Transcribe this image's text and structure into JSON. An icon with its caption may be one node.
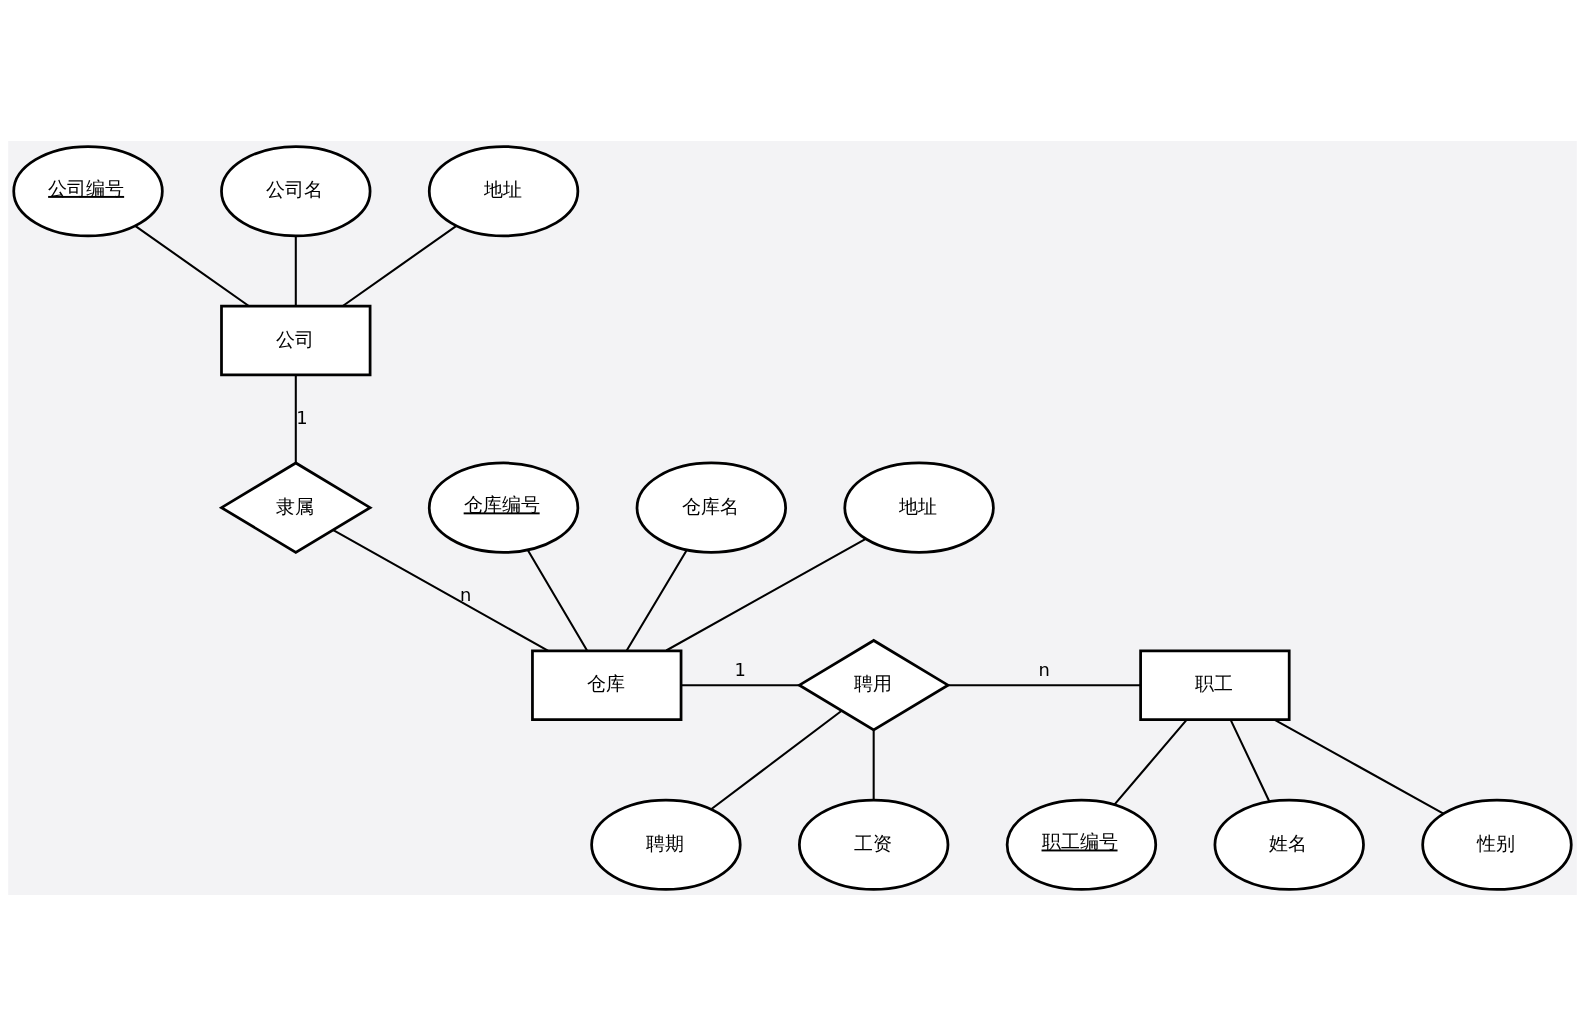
{
  "diagram": {
    "nodes": [
      {
        "text": [
          "公司编号"
        ]
      },
      {
        "text": [
          "公司名"
        ]
      },
      {
        "text": [
          "地址"
        ]
      },
      {
        "text": [
          "公司"
        ]
      },
      {
        "text": [
          "隶属"
        ]
      },
      {
        "text": [
          "仓库编号"
        ]
      },
      {
        "text": [
          "仓库名"
        ]
      },
      {
        "text": [
          "地址"
        ]
      },
      {
        "text": [
          "仓库"
        ]
      },
      {
        "text": [
          "聘用"
        ]
      },
      {
        "text": [
          "职工"
        ]
      },
      {
        "text": [
          "职工编号"
        ]
      },
      {
        "text": [
          "姓名"
        ]
      },
      {
        "text": [
          "性别"
        ]
      },
      {
        "text": [
          "聘期"
        ]
      },
      {
        "text": [
          "工资"
        ]
      }
    ],
    "edges": [
      {
        "from": 0,
        "to": 3,
        "arrow": "none"
      },
      {
        "from": 1,
        "to": 3,
        "arrow": "none"
      },
      {
        "from": 2,
        "to": 3,
        "arrow": "none"
      },
      {
        "from": 3,
        "to": 4,
        "arrow": "none",
        "label": "1"
      },
      {
        "from": 4,
        "to": 8,
        "arrow": "none",
        "label": "n"
      },
      {
        "from": 5,
        "to": 8,
        "arrow": "none"
      },
      {
        "from": 6,
        "to": 8,
        "arrow": "none"
      },
      {
        "from": 7,
        "to": 8,
        "arrow": "none"
      },
      {
        "from": 8,
        "to": 9,
        "arrow": "none",
        "label": "1"
      },
      {
        "from": 9,
        "to": 10,
        "arrow": "none",
        "label": "n"
      },
      {
        "from": 10,
        "to": 11,
        "arrow": "none"
      },
      {
        "from": 10,
        "to": 12,
        "arrow": "none"
      },
      {
        "from": 10,
        "to": 13,
        "arrow": "none"
      },
      {
        "from": 9,
        "to": 14,
        "arrow": "none"
      },
      {
        "from": 9,
        "to": 15,
        "arrow": "none"
      }
    ]
  }
}
